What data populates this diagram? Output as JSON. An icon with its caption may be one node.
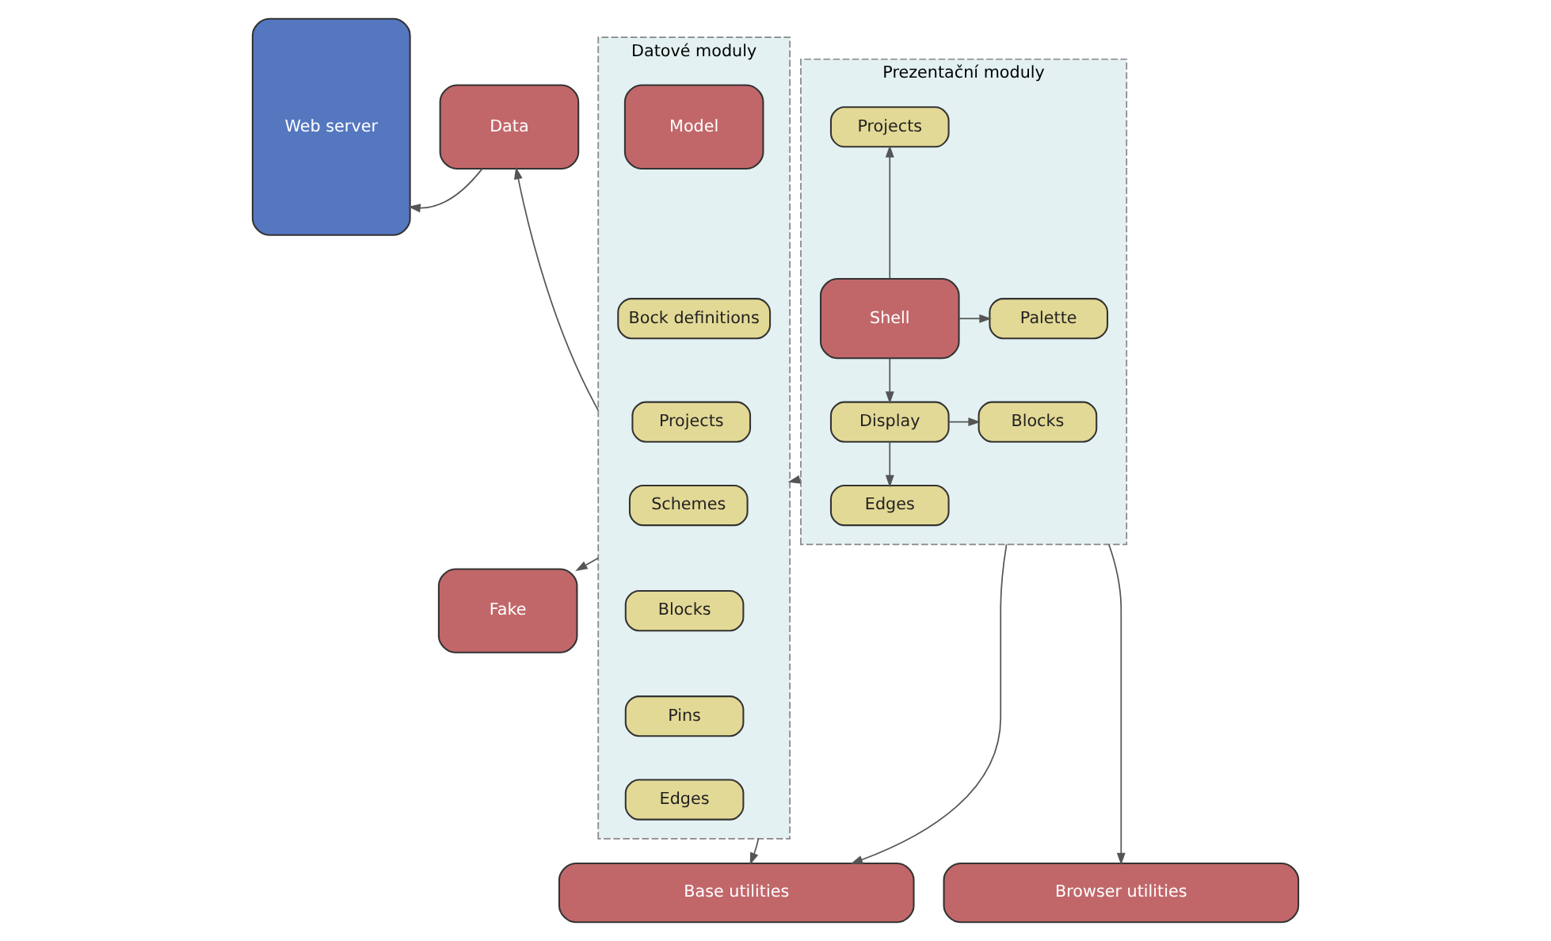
{
  "diagram": {
    "nodes": [
      {
        "text": [
          "Web server"
        ]
      },
      {
        "text": [
          "Data"
        ]
      },
      {
        "text": [
          "Fake"
        ]
      },
      {
        "text": [
          "Datové moduly"
        ]
      },
      {
        "text": [
          "Model"
        ],
        "in": 3
      },
      {
        "text": [
          "Bock definitions"
        ],
        "in": 3
      },
      {
        "text": [
          "Projects"
        ],
        "in": 3
      },
      {
        "text": [
          "Schemes"
        ],
        "in": 3
      },
      {
        "text": [
          "Blocks"
        ],
        "in": 3
      },
      {
        "text": [
          "Pins"
        ],
        "in": 3
      },
      {
        "text": [
          "Edges"
        ],
        "in": 3
      },
      {
        "text": [
          "Prezentační moduly"
        ]
      },
      {
        "text": [
          "Projects"
        ],
        "in": 11
      },
      {
        "text": [
          "Palette"
        ],
        "in": 11
      },
      {
        "text": [
          "Shell"
        ],
        "in": 11
      },
      {
        "text": [
          "Blocks"
        ],
        "in": 11
      },
      {
        "text": [
          "Display"
        ],
        "in": 11
      },
      {
        "text": [
          "Edges"
        ],
        "in": 11
      },
      {
        "text": [
          "Base utilities"
        ]
      },
      {
        "text": [
          "Browser utilities"
        ]
      }
    ],
    "edges": [
      {
        "from": 3,
        "to": 1,
        "arrow": "to"
      },
      {
        "from": 1,
        "to": 0,
        "arrow": "to"
      },
      {
        "from": 3,
        "to": 2,
        "arrow": "to"
      },
      {
        "from": 11,
        "to": 3,
        "arrow": "to"
      },
      {
        "from": 14,
        "to": 12,
        "arrow": "to"
      },
      {
        "from": 14,
        "to": 13,
        "arrow": "to"
      },
      {
        "from": 14,
        "to": 16,
        "arrow": "to"
      },
      {
        "from": 16,
        "to": 15,
        "arrow": "to"
      },
      {
        "from": 16,
        "to": 17,
        "arrow": "to"
      },
      {
        "from": 3,
        "to": 18,
        "arrow": "to"
      },
      {
        "from": 11,
        "to": 18,
        "arrow": "to"
      },
      {
        "from": 11,
        "to": 19,
        "arrow": "to"
      }
    ]
  }
}
